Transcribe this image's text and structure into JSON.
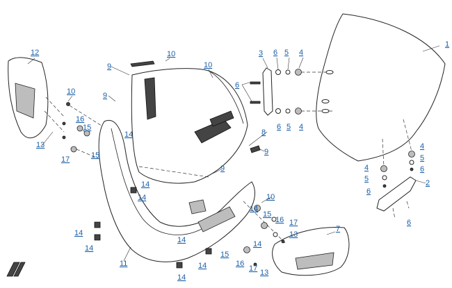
{
  "diagram": {
    "callouts": [
      "1",
      "2",
      "3",
      "4",
      "4",
      "4",
      "4",
      "5",
      "5",
      "5",
      "5",
      "6",
      "6",
      "6",
      "6",
      "6",
      "6",
      "7",
      "8",
      "9",
      "9",
      "9",
      "9",
      "10",
      "10",
      "10",
      "10",
      "11",
      "12",
      "13",
      "13",
      "13",
      "14",
      "14",
      "14",
      "14",
      "14",
      "14",
      "14",
      "14",
      "14",
      "14",
      "15",
      "15",
      "15",
      "15",
      "16",
      "16",
      "16",
      "17",
      "17",
      "17"
    ]
  }
}
